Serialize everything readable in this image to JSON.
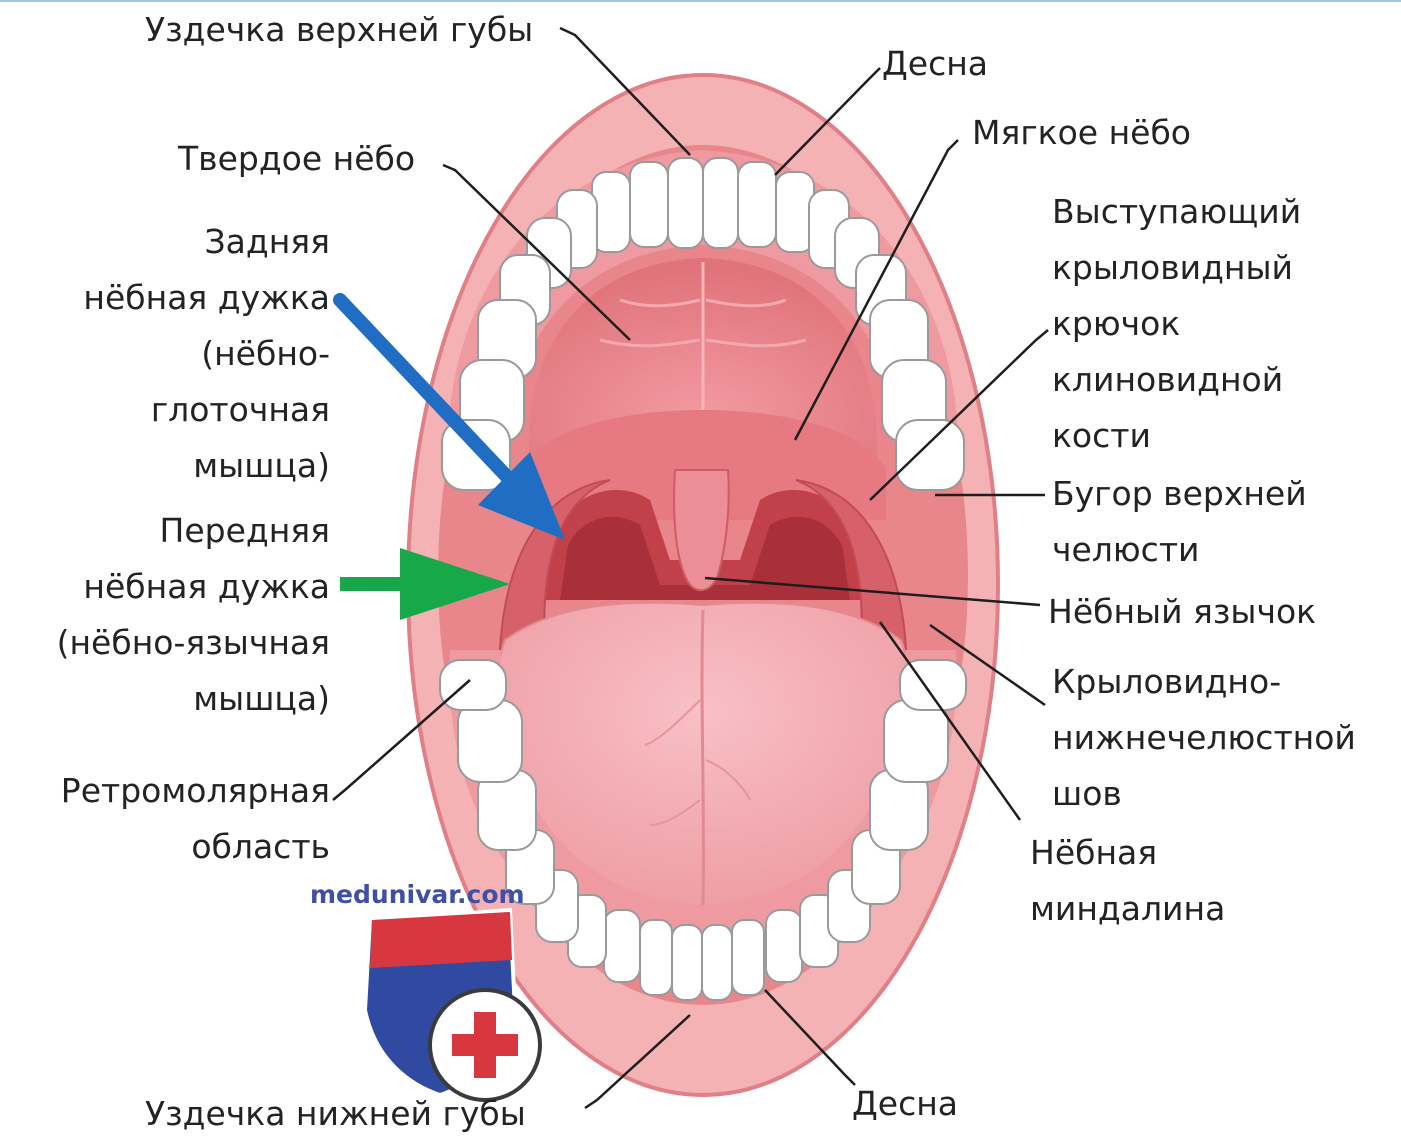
{
  "labels": {
    "upper_lip_frenulum": "Уздечка верхней губы",
    "gum_top": "Десна",
    "hard_palate": "Твердое нёбо",
    "soft_palate": "Мягкое нёбо",
    "posterior_arch": "Задняя\nнёбная дужка\n(нёбно-\nглоточная\nмышца)",
    "pterygoid_hamulus": "Выступающий\nкрыловидный\nкрючок\nклиновидной\nкости",
    "maxillary_tuberosity": "Бугор верхней\nчелюсти",
    "anterior_arch": "Передняя\nнёбная дужка\n(нёбно-язычная\nмышца)",
    "uvula": "Нёбный язычок",
    "pterygomandibular_raphe": "Крыловидно-\nнижнечелюстной\nшов",
    "retromolar_area": "Ретромолярная\nобласть",
    "palatine_tonsil": "Нёбная\nминдалина",
    "lower_lip_frenulum": "Уздечка нижней губы",
    "gum_bottom": "Десна"
  },
  "watermark": "medunivar.com",
  "colors": {
    "lip": "#f5b3b6",
    "lip_edge": "#e3878d",
    "palate": "#e67d84",
    "tongue": "#f3a3ab",
    "throat": "#c2404a",
    "tooth": "#ffffff",
    "blue_arrow": "#1f6ec4",
    "green_arrow": "#17a84a"
  }
}
